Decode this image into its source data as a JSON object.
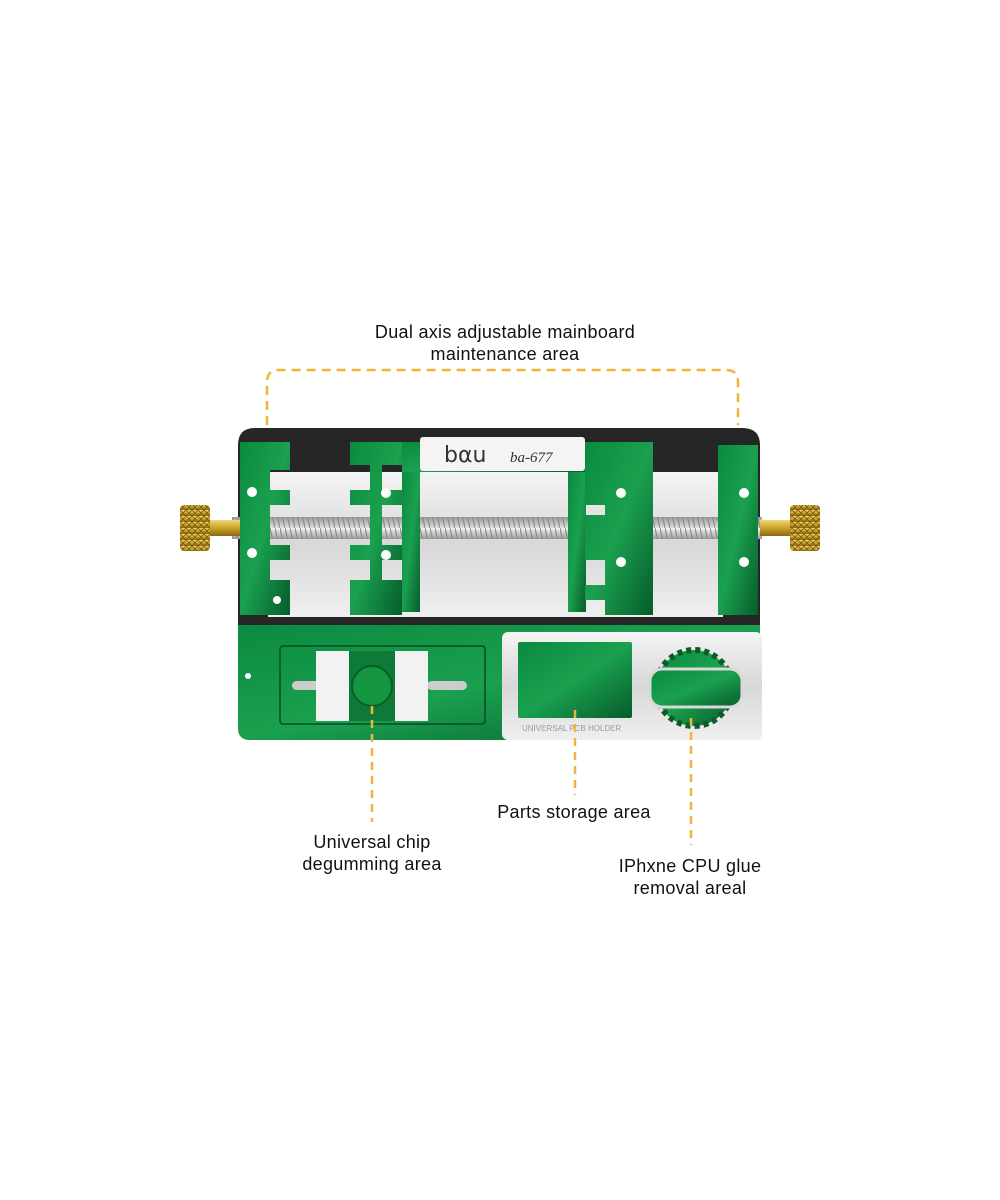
{
  "product": {
    "brand_logo": "bαu",
    "model": "ba-677",
    "plate_text": "UNIVERSAL PCB HOLDER"
  },
  "colors": {
    "pcb_green": "#0a7a3a",
    "pcb_green_dark": "#065c2b",
    "pcb_green_light": "#1aa04f",
    "steel": "#e9e9e9",
    "dark_frame": "#2a2a2a",
    "brass": "#c9a227",
    "callout_line": "#f0b43c"
  },
  "callouts": {
    "dual_axis": {
      "line1": "Dual axis adjustable mainboard",
      "line2": "maintenance area"
    },
    "chip_degumming": {
      "line1": "Universal chip",
      "line2": "degumming area"
    },
    "parts_storage": {
      "line1": "Parts storage area"
    },
    "cpu_glue": {
      "line1": "IPhxne CPU glue",
      "line2": "removal areal"
    }
  }
}
